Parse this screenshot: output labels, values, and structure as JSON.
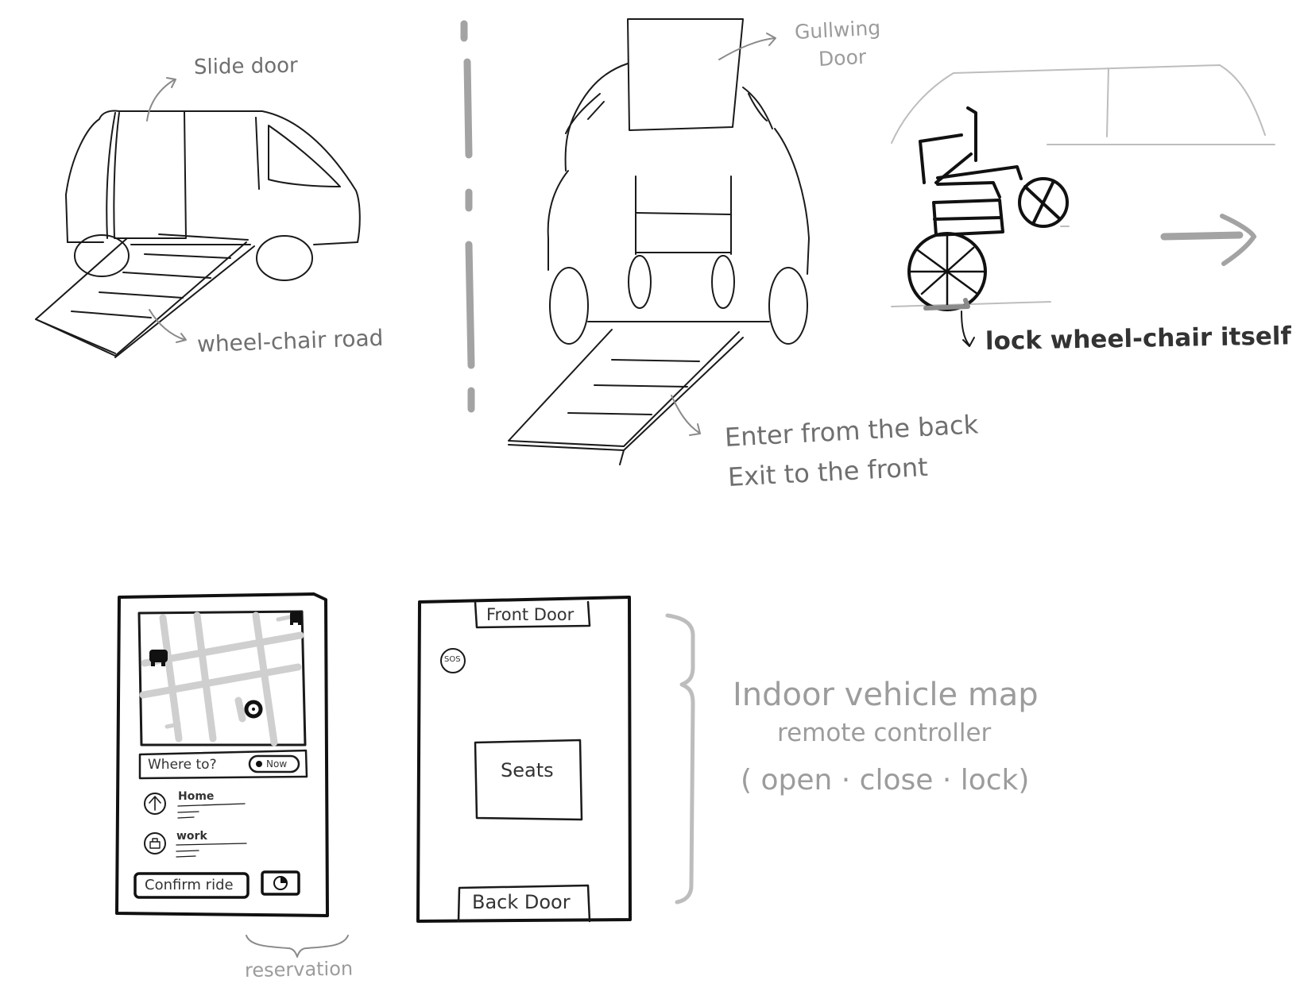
{
  "sketch1": {
    "slide_door_label": "Slide door",
    "ramp_label": "wheel-chair road"
  },
  "sketch2": {
    "door_label_line1": "Gullwing",
    "door_label_line2": "Door",
    "note_line1": "Enter from the back",
    "note_line2": "Exit to the front"
  },
  "sketch3": {
    "note": "lock wheel-chair itself"
  },
  "phone1": {
    "search_placeholder": "Where to?",
    "time_chip": "Now",
    "saved_places": [
      {
        "label": "Home"
      },
      {
        "label": "work"
      }
    ],
    "confirm_button": "Confirm ride",
    "caption": "reservation"
  },
  "phone2": {
    "front_door": "Front Door",
    "back_door": "Back Door",
    "sos": "SOS",
    "seats": "Seats"
  },
  "description": {
    "line1": "Indoor vehicle map",
    "line2": "remote controller",
    "line3": "( open · close · lock)"
  }
}
